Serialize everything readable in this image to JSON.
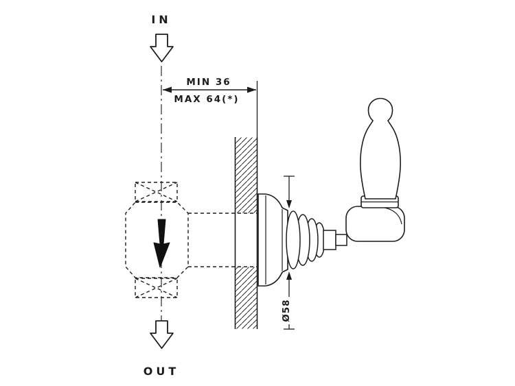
{
  "labels": {
    "inlet": "IN",
    "outlet": "OUT"
  },
  "dimensions": {
    "wall_depth_min": "MIN 36",
    "wall_depth_max": "MAX 64(*)",
    "trim_diameter": "Ø58"
  },
  "icons": {
    "inlet_flow": "hollow-down-arrow",
    "outlet_flow": "hollow-down-arrow",
    "internal_flow": "solid-down-arrow"
  },
  "colors": {
    "line": "#1c1c1c",
    "background": "#ffffff"
  }
}
